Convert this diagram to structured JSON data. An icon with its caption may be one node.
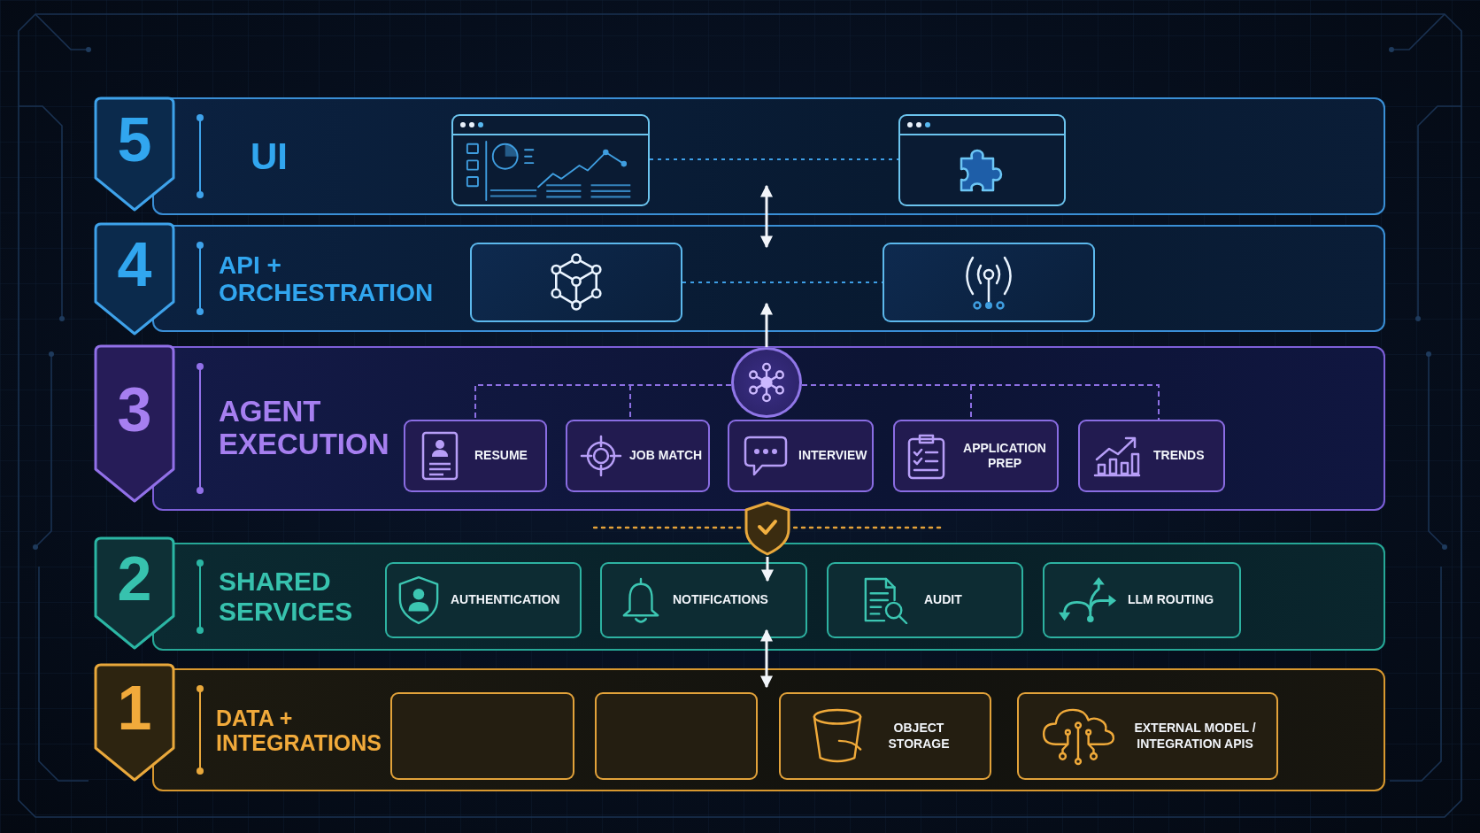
{
  "diagram": {
    "nodes": [
      {
        "text": [
          "5"
        ]
      },
      {
        "text": [
          "UI"
        ]
      },
      {
        "text": [],
        "shape": "box",
        "in": 1
      },
      {
        "text": [],
        "shape": "box",
        "in": 1
      },
      {
        "text": [
          "4"
        ]
      },
      {
        "text": [
          "API + ORCHESTRATION"
        ]
      },
      {
        "text": [],
        "shape": "box",
        "in": 5
      },
      {
        "text": [],
        "shape": "box",
        "in": 5
      },
      {
        "text": [
          "3"
        ]
      },
      {
        "text": [
          "AGENT EXECUTION"
        ]
      },
      {
        "text": [],
        "shape": "circle",
        "in": 9
      },
      {
        "text": [
          "RESUME"
        ],
        "in": 9
      },
      {
        "text": [
          "JOB MATCH"
        ],
        "in": 9
      },
      {
        "text": [
          "INTERVIEW"
        ],
        "in": 9
      },
      {
        "text": [
          "APPLICATION PREP"
        ],
        "in": 9
      },
      {
        "text": [
          "TRENDS"
        ],
        "in": 9
      },
      {
        "text": [],
        "shape": "shield"
      },
      {
        "text": [
          "2"
        ]
      },
      {
        "text": [
          "SHARED SERVICES"
        ]
      },
      {
        "text": [
          "AUTHENTICATION"
        ],
        "in": 18
      },
      {
        "text": [
          "NOTIFICATIONS"
        ],
        "in": 18
      },
      {
        "text": [
          "AUDIT"
        ],
        "in": 18
      },
      {
        "text": [
          "LLM ROUTING"
        ],
        "in": 18
      },
      {
        "text": [
          "1"
        ]
      },
      {
        "text": [
          "DATA + INTEGRATIONS"
        ]
      },
      {
        "text": [],
        "shape": "box",
        "in": 24
      },
      {
        "text": [],
        "shape": "box",
        "in": 24
      },
      {
        "text": [
          "OBJECT STORAGE"
        ],
        "in": 24
      },
      {
        "text": [
          "EXTERNAL MODEL / INTEGRATION APIS"
        ],
        "in": 24
      }
    ],
    "edges": [
      {
        "from": 2,
        "to": 3,
        "arrow": "none",
        "style": "dashed",
        "color": "#3d9ee6"
      },
      {
        "from": 1,
        "to": 5,
        "arrow": "both"
      },
      {
        "from": 6,
        "to": 7,
        "arrow": "none",
        "style": "dashed",
        "color": "#3d9ee6"
      },
      {
        "from": 10,
        "to": 5,
        "arrow": "to"
      },
      {
        "from": 10,
        "to": 11,
        "arrow": "none",
        "style": "dashed",
        "color": "#8c6fe3"
      },
      {
        "from": 10,
        "to": 12,
        "arrow": "none",
        "style": "dashed",
        "color": "#8c6fe3"
      },
      {
        "from": 10,
        "to": 14,
        "arrow": "none",
        "style": "dashed",
        "color": "#8c6fe3"
      },
      {
        "from": 10,
        "to": 15,
        "arrow": "none",
        "style": "dashed",
        "color": "#8c6fe3"
      },
      {
        "from": 16,
        "to": 20,
        "arrow": "to"
      },
      {
        "from": 20,
        "to": 24,
        "arrow": "both"
      }
    ]
  }
}
